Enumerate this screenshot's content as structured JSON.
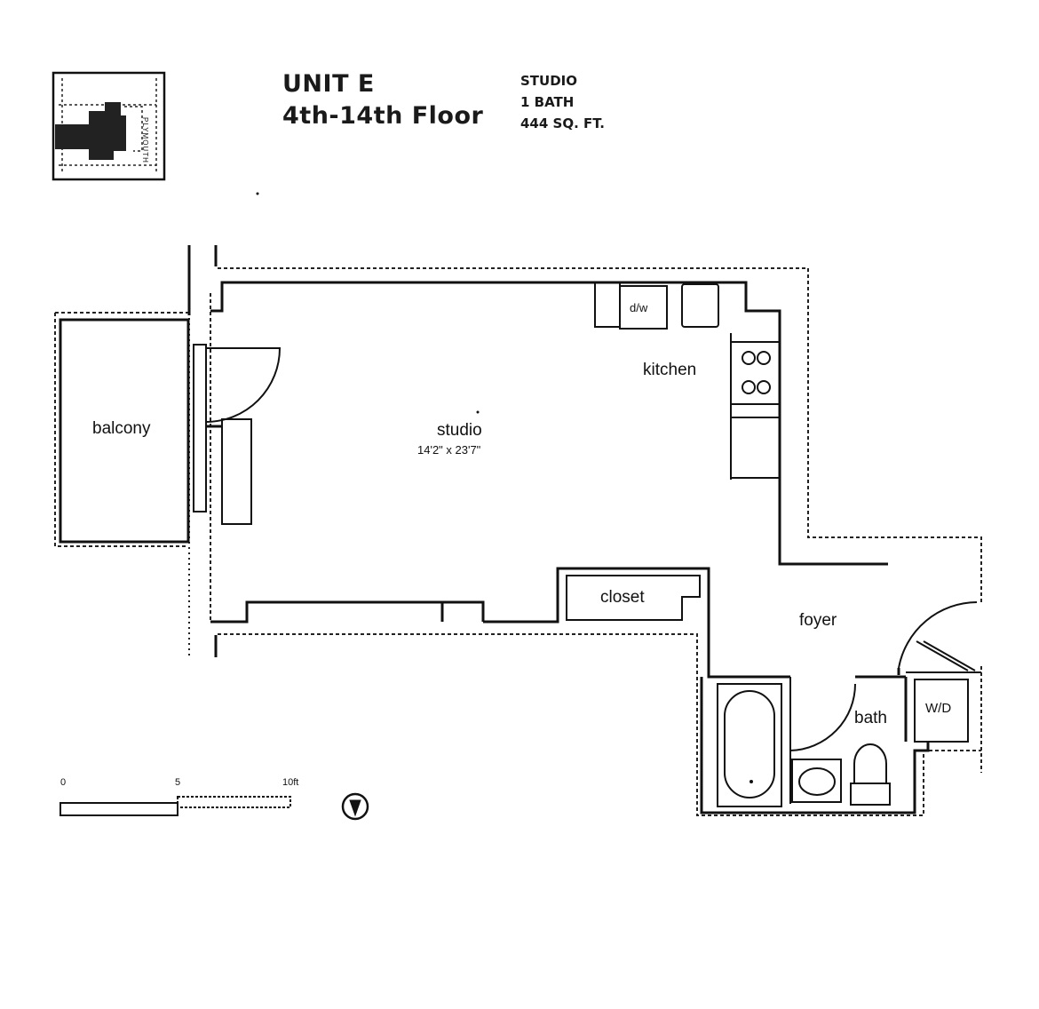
{
  "header": {
    "unit": "UNIT E",
    "floors": "4th-14th Floor",
    "type": "STUDIO",
    "baths": "1 BATH",
    "area": "444 SQ. FT."
  },
  "key_plan": {
    "side_label": "PLYMOUTH"
  },
  "rooms": {
    "balcony": "balcony",
    "studio": "studio",
    "studio_dims": "14'2\" x 23'7\"",
    "kitchen": "kitchen",
    "dishwasher": "d/w",
    "closet": "closet",
    "foyer": "foyer",
    "bath": "bath",
    "washer_dryer": "W/D"
  },
  "scale_bar": {
    "tick_0": "0",
    "tick_5": "5",
    "tick_10": "10ft"
  }
}
